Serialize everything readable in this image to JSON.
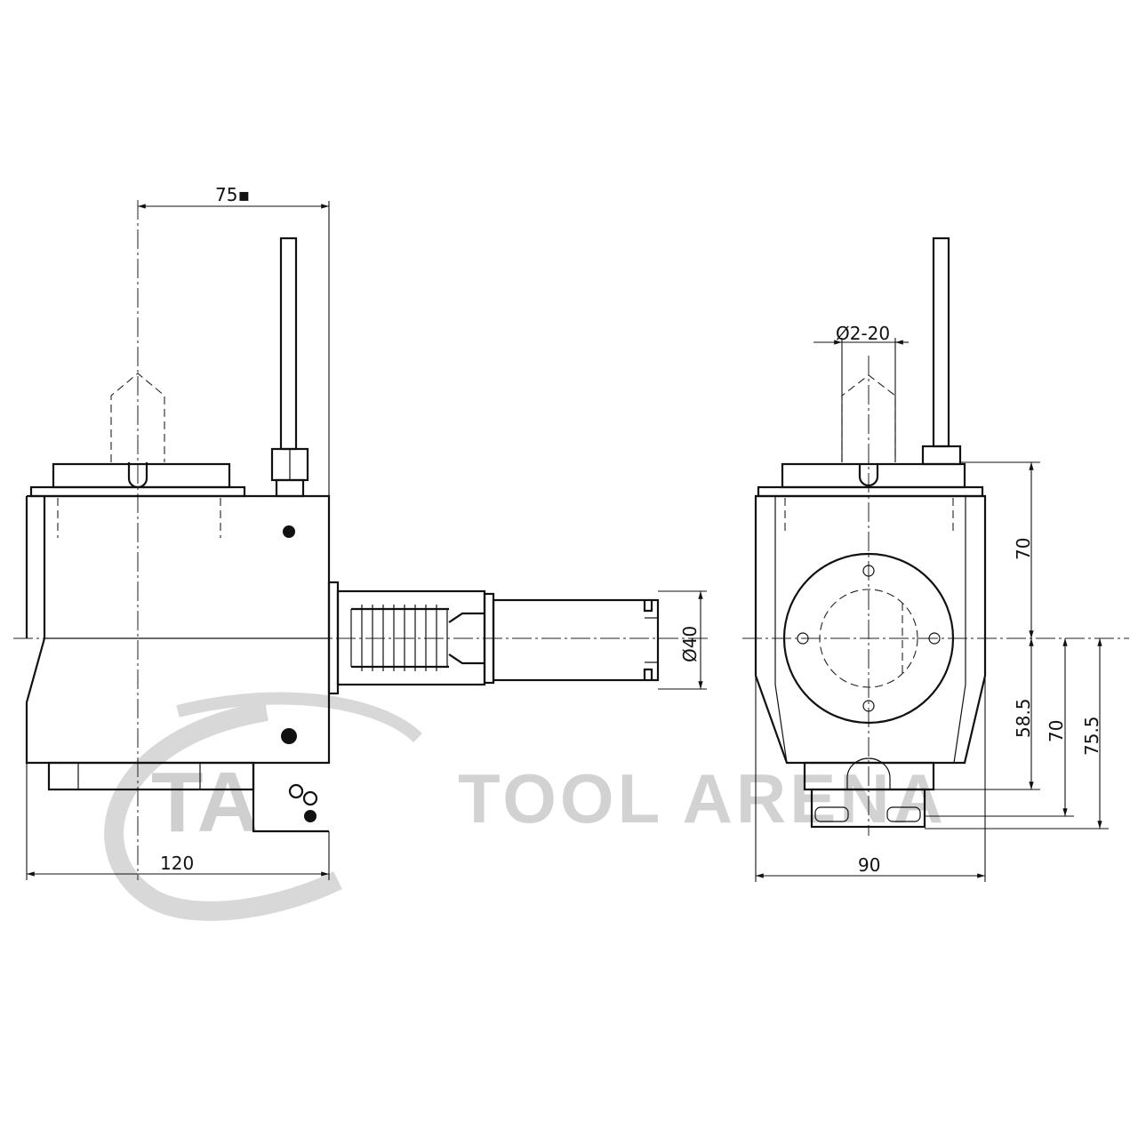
{
  "watermark": {
    "brand": "TOOL ARENA",
    "logo_letters": "TA",
    "color": "#d2d2d2"
  },
  "side_view": {
    "dim_top": "75▪",
    "dim_width": "120",
    "dim_shank_diameter": "Ø40"
  },
  "front_view": {
    "dim_clamp_range": "Ø2-20",
    "dim_upper_height": "70",
    "dim_lower_58": "58.5",
    "dim_lower_70": "70",
    "dim_lower_75": "75.5",
    "dim_width": "90"
  }
}
